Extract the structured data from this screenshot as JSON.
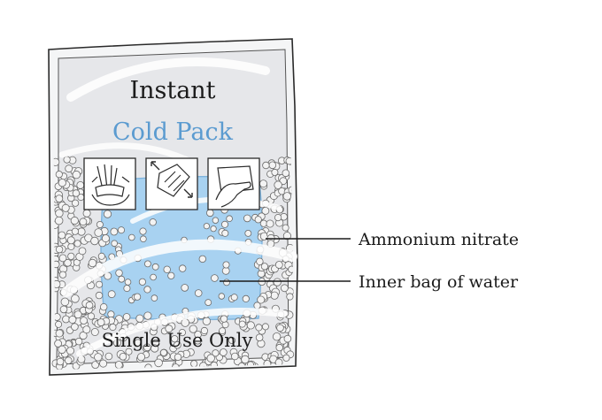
{
  "pack": {
    "title": "Instant",
    "subtitle": "Cold Pack",
    "footer": "Single Use Only"
  },
  "icons": [
    {
      "name": "squeeze-pack-icon"
    },
    {
      "name": "rub-pack-icon"
    },
    {
      "name": "apply-pack-icon"
    }
  ],
  "labels": {
    "ammonium": "Ammonium nitrate",
    "inner_bag": "Inner bag of water"
  },
  "colors": {
    "water": "#a8d2f1",
    "water_edge": "#7fb4dd",
    "subtitle": "#5b9bd0",
    "outline": "#2a2a2a",
    "bag_fill": "#e9eaec",
    "pellet": "#f3f3f3"
  }
}
